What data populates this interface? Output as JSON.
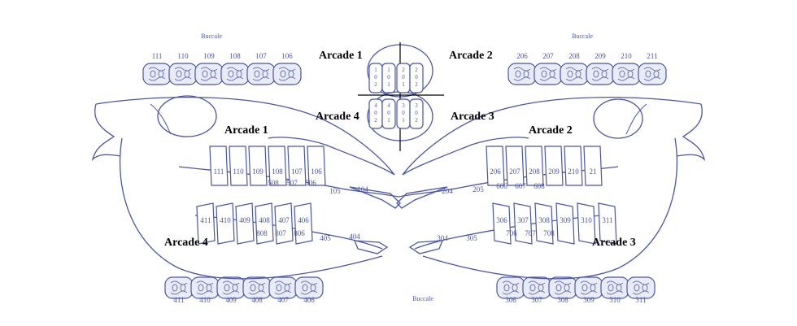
{
  "labels": {
    "buccale_top_left": "Buccale",
    "buccale_top_right": "Buccale",
    "buccale_bottom": "Buccale"
  },
  "arcades": {
    "center_arcade_1": "Arcade 1",
    "center_arcade_2": "Arcade 2",
    "center_arcade_3": "Arcade 3",
    "center_arcade_4": "Arcade 4",
    "skull_left_upper": "Arcade 1",
    "skull_left_lower": "Arcade 4",
    "skull_right_upper": "Arcade 2",
    "skull_right_lower": "Arcade 3"
  },
  "rows": {
    "top_left": [
      "111",
      "110",
      "109",
      "108",
      "107",
      "106"
    ],
    "top_right": [
      "206",
      "207",
      "208",
      "209",
      "210",
      "211"
    ],
    "bottom_left": [
      "411",
      "410",
      "409",
      "408",
      "407",
      "406"
    ],
    "bottom_right": [
      "306",
      "307",
      "308",
      "309",
      "310",
      "311"
    ]
  },
  "skull_left": {
    "upper_cheek": [
      "111",
      "110",
      "109",
      "108",
      "107",
      "106"
    ],
    "upper_deciduous": [
      "508",
      "507",
      "506"
    ],
    "upper_front": [
      "105",
      "104"
    ],
    "lower_cheek": [
      "411",
      "410",
      "409",
      "408",
      "407",
      "406"
    ],
    "lower_deciduous": [
      "808",
      "807",
      "806"
    ],
    "lower_front": [
      "405",
      "404"
    ]
  },
  "skull_right": {
    "upper_cheek": [
      "206",
      "207",
      "208",
      "209",
      "210",
      "21"
    ],
    "upper_deciduous": [
      "606",
      "607",
      "608"
    ],
    "upper_front": [
      "204",
      "205"
    ],
    "lower_cheek": [
      "306",
      "307",
      "308",
      "309",
      "310",
      "311"
    ],
    "lower_deciduous": [
      "706",
      "707",
      "708"
    ],
    "lower_front": [
      "304",
      "305"
    ]
  },
  "incisors": {
    "upper": [
      [
        "1",
        "0",
        "2"
      ],
      [
        "1",
        "0",
        "1"
      ],
      [
        "2",
        "0",
        "1"
      ],
      [
        "2",
        "0",
        "2"
      ]
    ],
    "lower": [
      [
        "4",
        "0",
        "2"
      ],
      [
        "4",
        "0",
        "1"
      ],
      [
        "3",
        "0",
        "1"
      ],
      [
        "3",
        "0",
        "2"
      ]
    ]
  },
  "colors": {
    "ink": "#4a55a8",
    "occlusal_fill": "#e9ebf6",
    "label": "#000000"
  }
}
